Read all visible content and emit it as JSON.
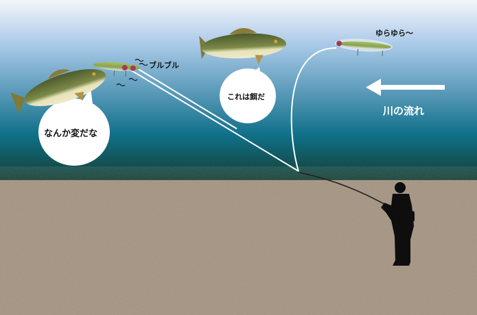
{
  "labels": {
    "lure_vibration": "ブルブル",
    "bass_suspicious": "なんか変だな",
    "bass_bait": "これは餌だ",
    "lure_drift": "ゆらゆら〜",
    "current": "川の流れ"
  },
  "colors": {
    "water_top": "#f4f6fb",
    "water_mid": "#a9c9e8",
    "water_deep": "#0f7089",
    "water_bottom": "#153f33",
    "ground": "#a3927f",
    "silhouette": "#0e0e0e",
    "line": "#ffffff"
  }
}
